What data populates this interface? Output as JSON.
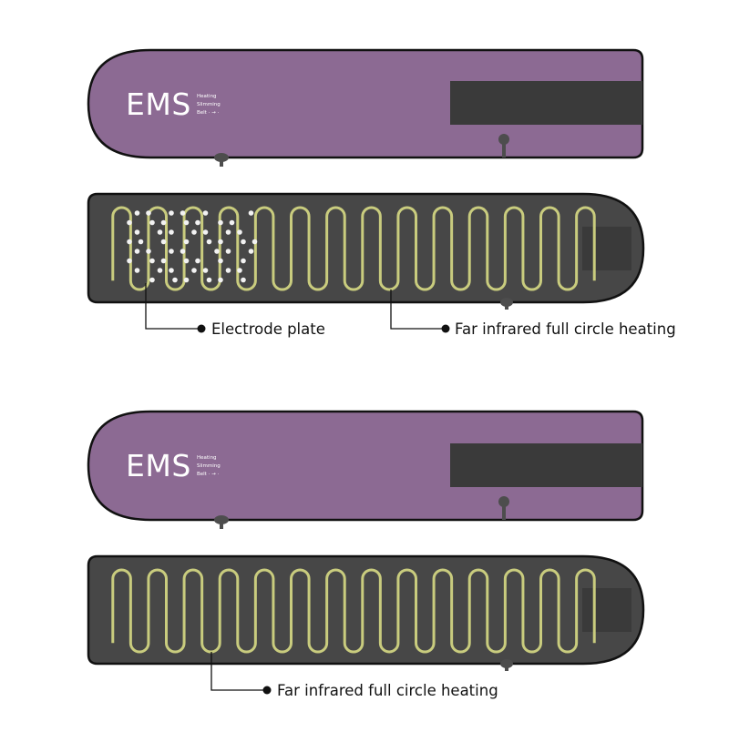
{
  "colors": {
    "belt_front": "#8c6a93",
    "belt_back": "#474747",
    "outline": "#111111",
    "strap": "#3a3a3a",
    "heating_wire": "#c9cc7e",
    "electrode_dot": "#f2f2f2",
    "button": "#4d4d4d",
    "leader_line": "#111111"
  },
  "product_1": {
    "front": {
      "brand": "EMS",
      "tagline": [
        "Heating",
        "Slimming",
        "Belt · → ·"
      ]
    },
    "back": {
      "callouts": [
        {
          "label": "Electrode plate"
        },
        {
          "label": "Far infrared full circle heating"
        }
      ]
    }
  },
  "product_2": {
    "front": {
      "brand": "EMS",
      "tagline": [
        "Heating",
        "Slimming",
        "Belt · → ·"
      ]
    },
    "back": {
      "callouts": [
        {
          "label": "Far infrared full circle heating"
        }
      ]
    }
  }
}
